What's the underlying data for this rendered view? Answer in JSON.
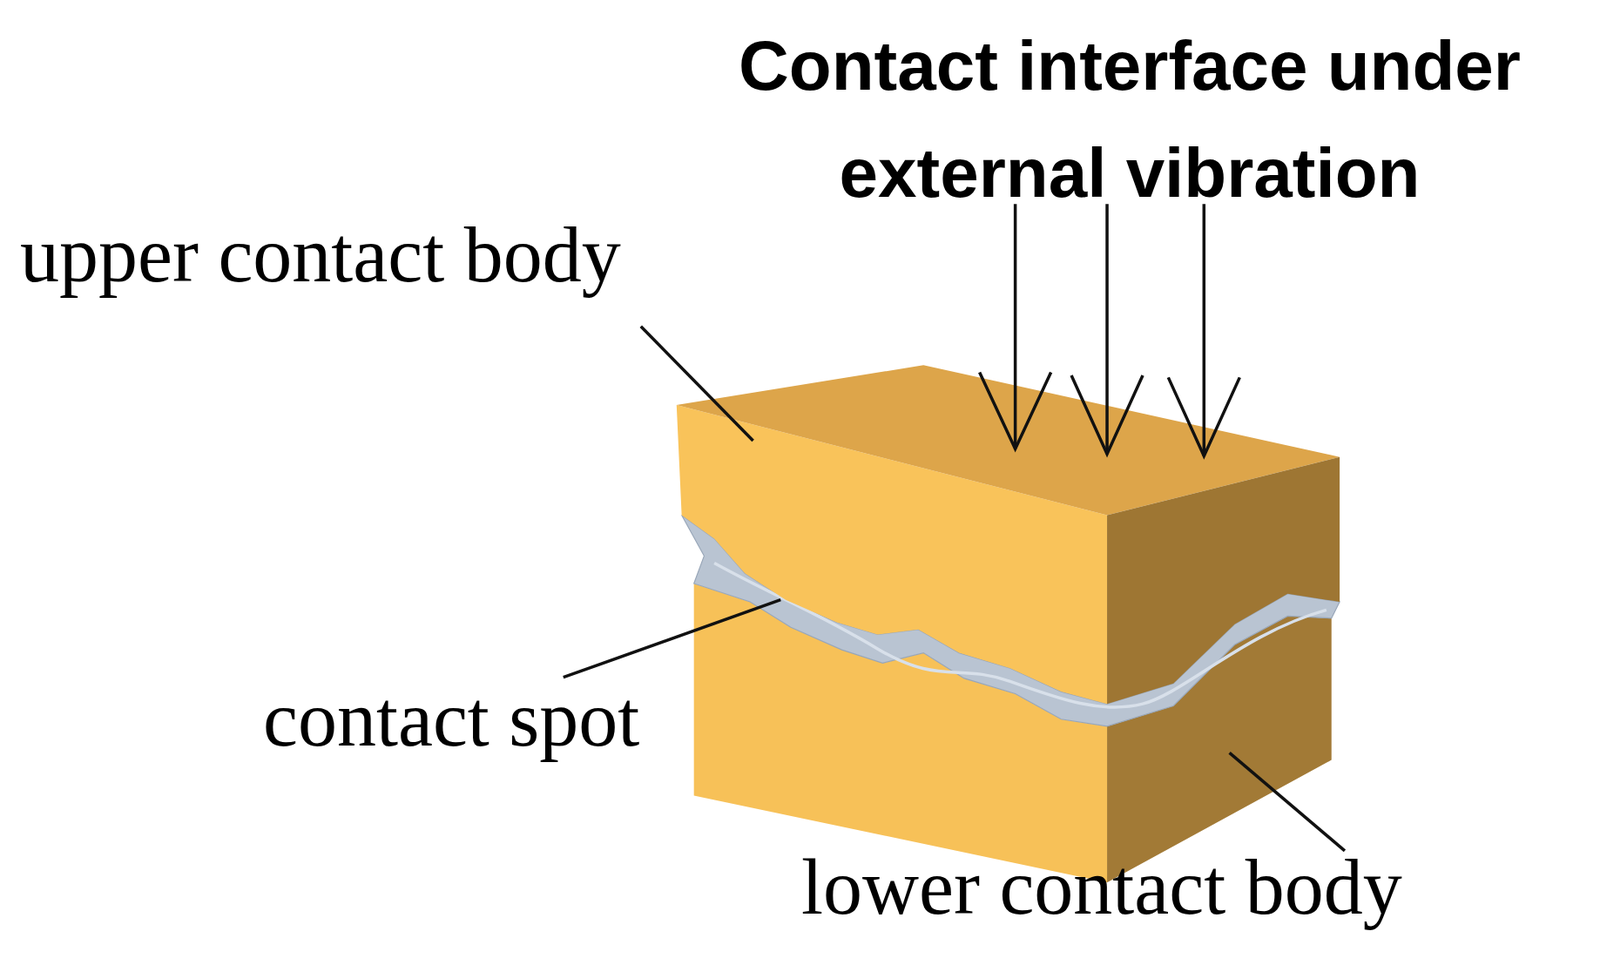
{
  "diagram": {
    "title": "Contact interface under external vibration",
    "labels": [
      "upper contact body",
      "contact spot",
      "lower contact body"
    ]
  }
}
